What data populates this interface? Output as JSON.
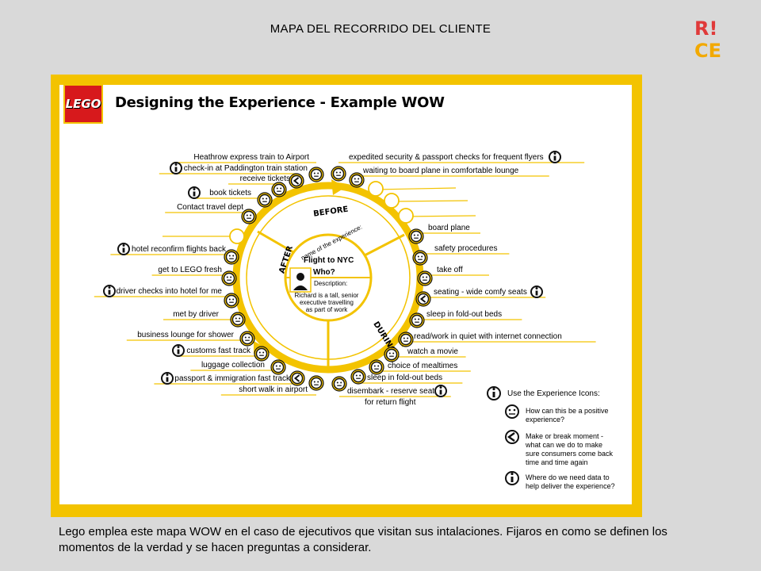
{
  "slide_title": "MAPA DEL RECORRIDO DEL CLIENTE",
  "brand_logo": {
    "line1": "R!",
    "line2": "CE"
  },
  "card": {
    "logo_text": "LEGO",
    "title": "Designing the Experience - Example WOW"
  },
  "center": {
    "arc_label": "name of the experience:",
    "experience": "Flight to NYC",
    "who_label": "Who?",
    "description_label": "Description:",
    "description_lines": [
      "Richard is a tall, senior",
      "executive travelling",
      "as part of work"
    ]
  },
  "segments": {
    "before": "BEFORE",
    "during": "DURING",
    "after": "AFTER"
  },
  "left_items": [
    {
      "label": "Heathrow express train to Airport",
      "icon": "none"
    },
    {
      "label": "check-in at Paddington train station",
      "icon": "info-icon"
    },
    {
      "label": "receive tickets",
      "icon": "none"
    },
    {
      "label": "book tickets",
      "icon": "info-icon"
    },
    {
      "label": "Contact travel dept",
      "icon": "none"
    },
    {
      "label": "hotel reconfirm flights back",
      "icon": "info-icon"
    },
    {
      "label": "get to LEGO fresh",
      "icon": "none"
    },
    {
      "label": "driver checks into hotel for me",
      "icon": "info-icon"
    },
    {
      "label": "met by driver",
      "icon": "none"
    },
    {
      "label": "business lounge for shower",
      "icon": "none"
    },
    {
      "label": "customs fast track",
      "icon": "info-icon"
    },
    {
      "label": "luggage collection",
      "icon": "none"
    },
    {
      "label": "passport & immigration fast track",
      "icon": "info-icon"
    },
    {
      "label": "short walk in airport",
      "icon": "none"
    }
  ],
  "right_items": [
    {
      "label": "expedited security & passport checks for frequent flyers",
      "icon": "info-icon"
    },
    {
      "label": "waiting to board plane in comfortable lounge",
      "icon": "none"
    },
    {
      "label": "board plane",
      "icon": "none"
    },
    {
      "label": "safety procedures",
      "icon": "none"
    },
    {
      "label": "take off",
      "icon": "none"
    },
    {
      "label": "seating - wide comfy seats",
      "icon": "info-icon"
    },
    {
      "label": "sleep in fold-out beds",
      "icon": "none"
    },
    {
      "label": "read/work in quiet with internet connection",
      "icon": "none"
    },
    {
      "label": "watch a movie",
      "icon": "none"
    },
    {
      "label": "choice of mealtimes",
      "icon": "none"
    },
    {
      "label": "sleep in fold-out beds",
      "icon": "none"
    },
    {
      "label": "disembark - reserve seat",
      "icon": "info-icon"
    },
    {
      "label": "for return flight",
      "icon": "none"
    }
  ],
  "legend": {
    "title": "Use the Experience Icons:",
    "items": [
      {
        "icon": "smiley-icon",
        "lines": [
          "How can this be a positive",
          "experience?"
        ]
      },
      {
        "icon": "chevron-icon",
        "lines": [
          "Make or break moment -",
          "what can we do to make",
          "sure consumers come back",
          "time and time again"
        ]
      },
      {
        "icon": "info-icon",
        "lines": [
          "Where do we need data to",
          "help deliver the experience?"
        ]
      }
    ]
  },
  "caption": "Lego emplea este mapa WOW en el caso de ejecutivos que visitan sus intalaciones. Fijaros en como se definen los momentos de la verdad y se hacen preguntas a considerar.",
  "colors": {
    "yellow": "#f3c300",
    "lego_red": "#d7191c",
    "background": "#d9d9d9"
  }
}
